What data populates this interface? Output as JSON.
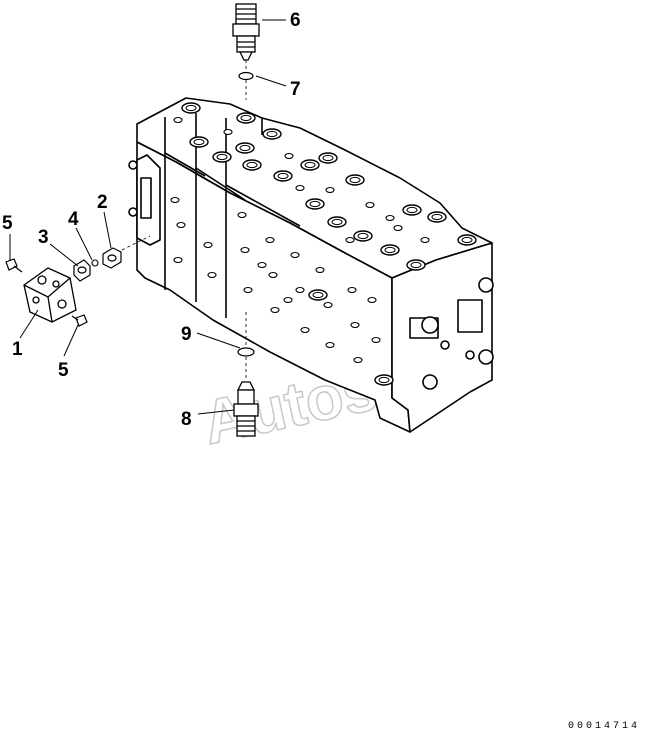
{
  "callouts": {
    "p1": "1",
    "p2": "2",
    "p3": "3",
    "p4": "4",
    "p5a": "5",
    "p5b": "5",
    "p6": "6",
    "p7": "7",
    "p8": "8",
    "p9": "9"
  },
  "watermark": "Autosoft",
  "drawing_code": "00014714"
}
